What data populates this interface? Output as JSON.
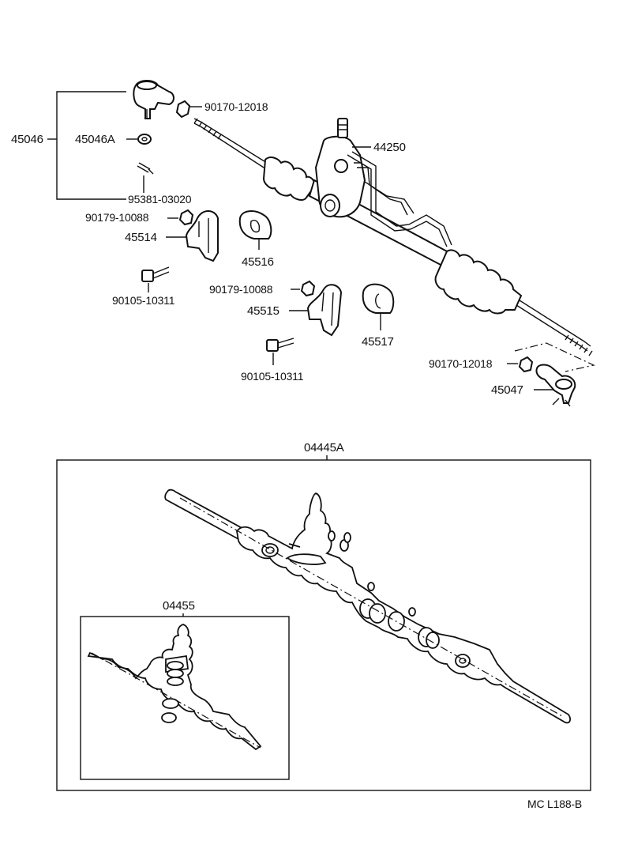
{
  "parts": {
    "p45046": "45046",
    "p45046A": "45046A",
    "p90170_top": "90170-12018",
    "p95381": "95381-03020",
    "p90179_left": "90179-10088",
    "p45514": "45514",
    "p45516": "45516",
    "p44250": "44250",
    "p90105_left": "90105-10311",
    "p90179_mid": "90179-10088",
    "p45515": "45515",
    "p45517": "45517",
    "p90105_mid": "90105-10311",
    "p90170_right": "90170-12018",
    "p45047": "45047"
  },
  "kits": {
    "rack_kit": "04445A",
    "pinion_kit": "04455"
  },
  "diagram_code": "MC L188-B"
}
